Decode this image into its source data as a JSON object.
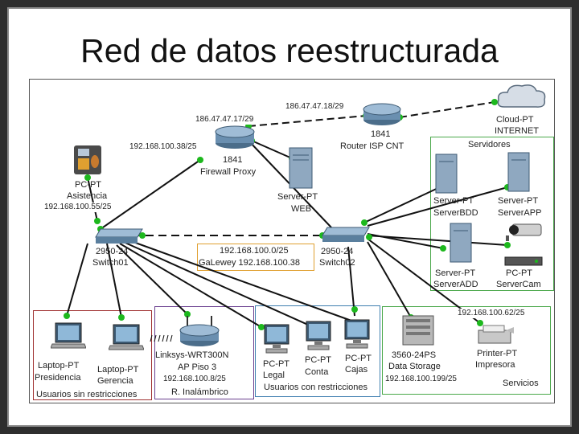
{
  "title": "Red de datos reestructurada",
  "devices": {
    "cloud": {
      "type": "Cloud-PT",
      "name": "INTERNET"
    },
    "router_isp": {
      "type": "1841",
      "name": "Router ISP CNT"
    },
    "router_fw": {
      "type": "1841",
      "name": "Firewall Proxy"
    },
    "pc_asistencia": {
      "type": "PC-PT",
      "name": "Asistencia",
      "ip": "192.168.100.55/25"
    },
    "server_web": {
      "type": "Server-PT",
      "name": "WEB"
    },
    "switch01": {
      "type": "2950-24",
      "name": "Switch01"
    },
    "switch02": {
      "type": "2950-24",
      "name": "Switch02"
    },
    "server_bdd": {
      "type": "Server-PT",
      "name": "ServerBDD"
    },
    "server_app": {
      "type": "Server-PT",
      "name": "ServerAPP"
    },
    "server_add": {
      "type": "Server-PT",
      "name": "ServerADD"
    },
    "server_cam": {
      "type": "PC-PT",
      "name": "ServerCam"
    },
    "laptop_pres": {
      "type": "Laptop-PT",
      "name": "Presidencia"
    },
    "laptop_ger": {
      "type": "Laptop-PT",
      "name": "Gerencia"
    },
    "wrt": {
      "type": "Linksys-WRT300N",
      "name": "AP Piso 3",
      "ip": "192.168.100.8/25"
    },
    "pc_legal": {
      "type": "PC-PT",
      "name": "Legal"
    },
    "pc_conta": {
      "type": "PC-PT",
      "name": "Conta"
    },
    "pc_cajas": {
      "type": "PC-PT",
      "name": "Cajas"
    },
    "storage": {
      "type": "3560-24PS",
      "name": "Data Storage",
      "ip": "192.168.100.199/25"
    },
    "printer": {
      "type": "Printer-PT",
      "name": "Impresora",
      "ip": "192.168.100.62/25"
    }
  },
  "links": {
    "isp_public_a": "186.47.47.18/29",
    "isp_public_b": "186.47.47.17/29",
    "fw_lan": "192.168.100.38/25"
  },
  "network_info": {
    "line1": "192.168.100.0/25",
    "line2": "GaLewey 192.168.100.38"
  },
  "zones": {
    "servidores": "Servidores",
    "servicios": "Servicios",
    "sin_restricciones": "Usuarios sin restricciones",
    "inalambrico": "R. Inalámbrico",
    "con_restricciones": "Usuarios con restricciones"
  },
  "colors": {
    "zone_green": "#4aa84a",
    "zone_red": "#a03232",
    "zone_blue": "#3f7fb0",
    "zone_purple": "#6a3f8f",
    "info_orange": "#e0a030",
    "link_dot": "#1db81d"
  }
}
